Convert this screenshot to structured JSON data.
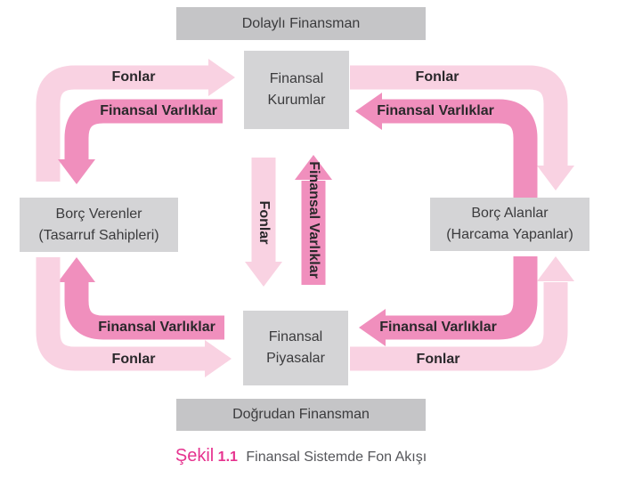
{
  "colors": {
    "light_pink": "#f9d2e2",
    "dark_pink": "#f08fbd",
    "bar_gray": "#c5c5c7",
    "box_gray": "#d4d4d6",
    "caption_pink": "#e6338f",
    "caption_gray": "#55565a",
    "diagram_text": "#2a282b",
    "box_text": "#3b3b3d"
  },
  "boxes": {
    "indirect_financing": {
      "label": "Dolaylı Finansman"
    },
    "financial_institutions": {
      "line1": "Finansal",
      "line2": "Kurumlar"
    },
    "lenders": {
      "line1": "Borç Verenler",
      "line2": "(Tasarruf Sahipleri)"
    },
    "borrowers": {
      "line1": "Borç Alanlar",
      "line2": "(Harcama Yapanlar)"
    },
    "financial_markets": {
      "line1": "Finansal",
      "line2": "Piyasalar"
    },
    "direct_financing": {
      "label": "Doğrudan Finansman"
    }
  },
  "arrows": {
    "funds_label": "Fonlar",
    "assets_label": "Finansal Varlıklar"
  },
  "caption": {
    "figure_word": "Şekil",
    "figure_number": "1.1",
    "title": "Finansal Sistemde Fon Akışı"
  }
}
